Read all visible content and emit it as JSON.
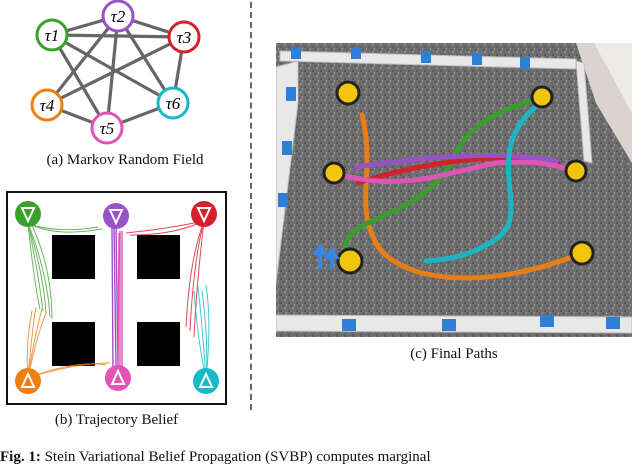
{
  "panel_a": {
    "nodes": [
      {
        "label": "τ1",
        "color": "#3aa02c"
      },
      {
        "label": "τ2",
        "color": "#9a52c8"
      },
      {
        "label": "τ3",
        "color": "#d4202c"
      },
      {
        "label": "τ4",
        "color": "#f07f12"
      },
      {
        "label": "τ5",
        "color": "#e255b7"
      },
      {
        "label": "τ6",
        "color": "#17b9c9"
      }
    ],
    "caption": "(a) Markov Random Field"
  },
  "panel_b": {
    "caption": "(b) Trajectory Belief"
  },
  "panel_c": {
    "caption": "(c) Final Paths"
  },
  "figure_caption": {
    "prefix": "Fig. 1:",
    "text": "Stein Variational Belief Propagation (SVBP) computes marginal"
  }
}
